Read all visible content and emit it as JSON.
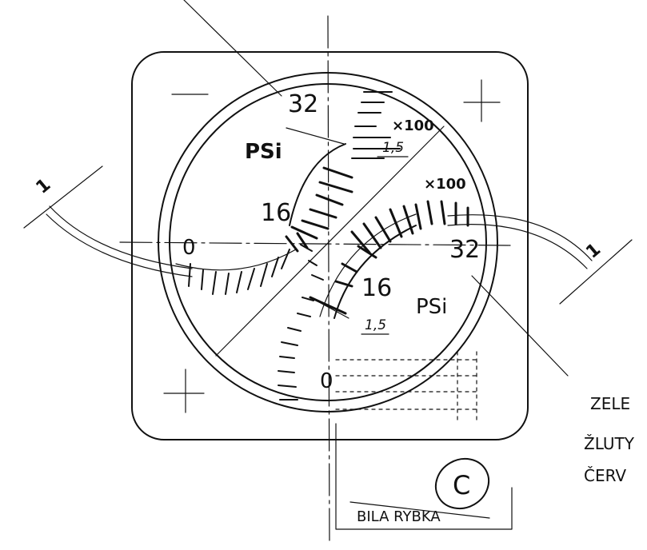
{
  "gauge_top": {
    "max_label": "32",
    "mid_label": "16",
    "zero_label": "0",
    "unit": "PSi",
    "multiplier": "×100",
    "class_label": "1,5"
  },
  "gauge_bottom": {
    "max_label": "32",
    "mid_label": "16",
    "zero_label": "0",
    "unit": "PSi",
    "multiplier": "×100",
    "class_label": "1,5"
  },
  "dimensions": {
    "left_thickness": "1",
    "right_thickness": "1"
  },
  "color_notes": [
    "ZELE",
    "ŽLUTY",
    "ČERV"
  ],
  "stamp": {
    "label": "BILA RYBKA",
    "symbol": "C"
  }
}
